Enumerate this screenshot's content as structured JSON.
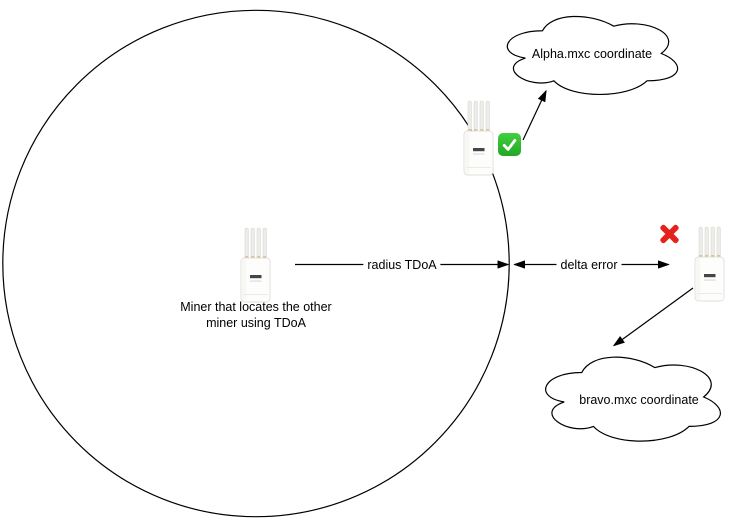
{
  "labels": {
    "center_miner": "Miner that locates the other miner using TDoA",
    "radius_arrow": "radius TDoA",
    "delta_arrow": "delta error",
    "alpha_cloud": "Alpha.mxc coordinate",
    "bravo_cloud": "bravo.mxc coordinate"
  },
  "icons": {
    "check_mark": {
      "name": "check-mark-icon",
      "color_top": "#43cf3e",
      "color_bottom": "#23a626"
    },
    "cross_mark": {
      "name": "cross-mark-icon",
      "color": "#e3241c"
    },
    "miner_device": {
      "name": "mxc-miner-icon",
      "body_color": "#fdfdfc",
      "antenna_color": "#edece9"
    }
  },
  "colors": {
    "background": "#ffffff",
    "line": "#000000",
    "text": "#000000"
  }
}
